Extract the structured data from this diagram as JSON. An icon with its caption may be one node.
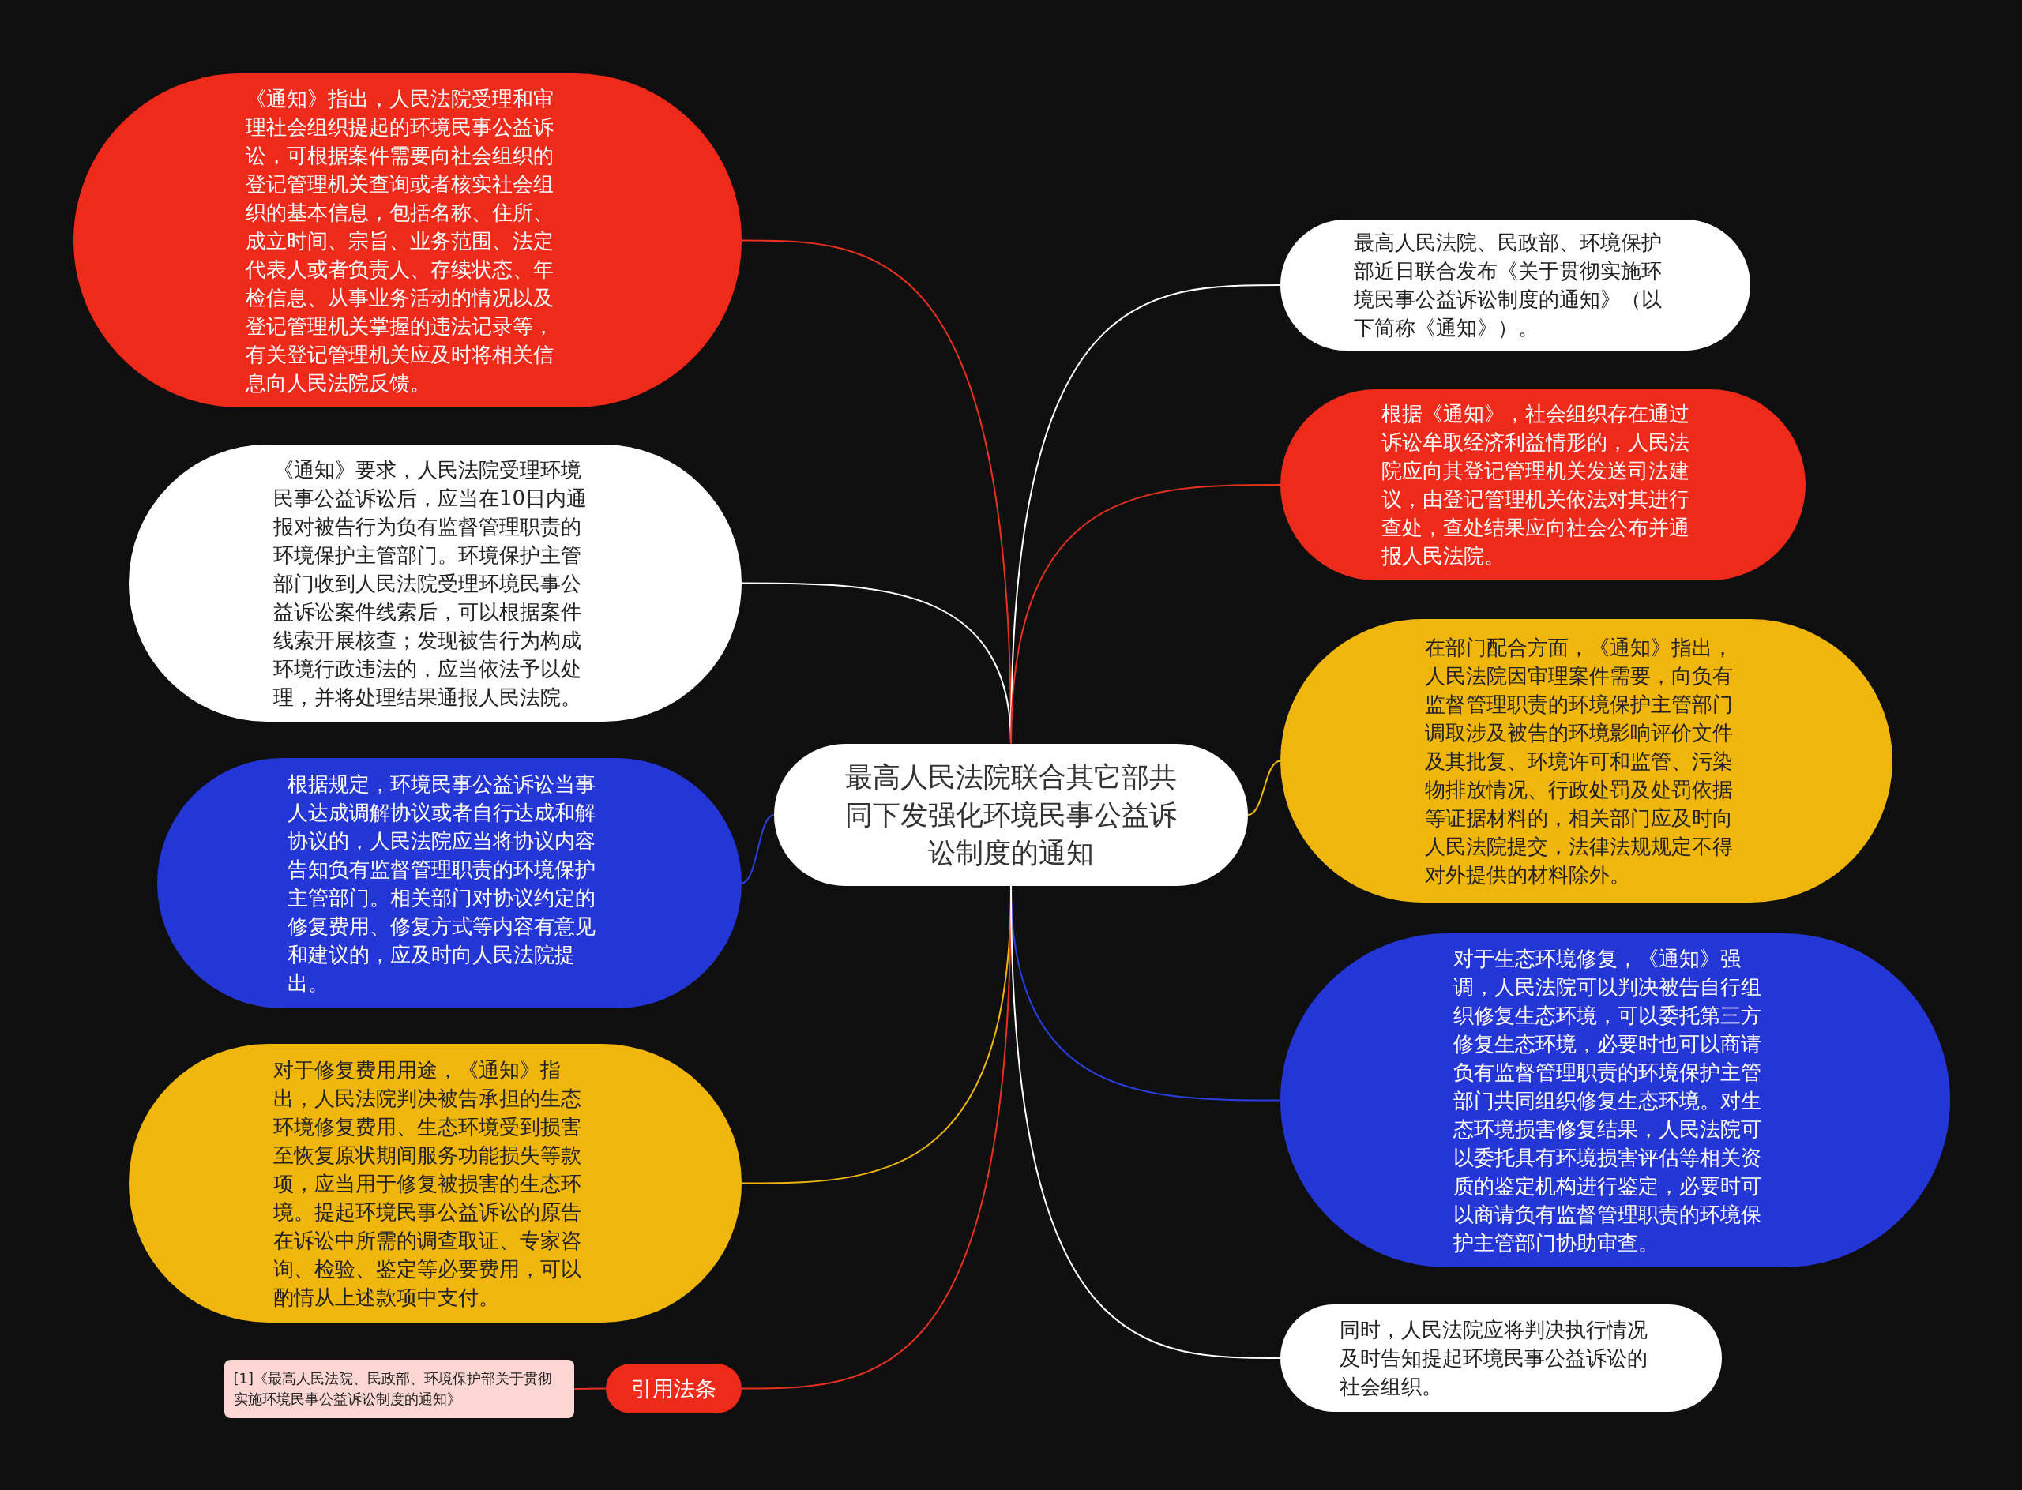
{
  "diagram": {
    "nodes": [
      {
        "text": [
          "最高人民法院联合其它部共同下发强化环境民事公益诉讼制度的通知"
        ]
      },
      {
        "text": [
          "《通知》指出，人民法院受理和审理社会组织提起的环境民事公益诉讼，可根据案件需要向社会组织的登记管理机关查询或者核实社会组织的基本信息，包括名称、住所、成立时间、宗旨、业务范围、法定代表人或者负责人、存续状态、年检信息、从事业务活动的情况以及登记管理机关掌握的违法记录等，有关登记管理机关应及时将相关信息向人民法院反馈。"
        ]
      },
      {
        "text": [
          "《通知》要求，人民法院受理环境民事公益诉讼后，应当在10日内通报对被告行为负有监督管理职责的环境保护主管部门。环境保护主管部门收到人民法院受理环境民事公益诉讼案件线索后，可以根据案件线索开展核查；发现被告行为构成环境行政违法的，应当依法予以处理，并将处理结果通报人民法院。"
        ]
      },
      {
        "text": [
          "根据规定，环境民事公益诉讼当事人达成调解协议或者自行达成和解协议的，人民法院应当将协议内容告知负有监督管理职责的环境保护主管部门。相关部门对协议约定的修复费用、修复方式等内容有意见和建议的，应及时向人民法院提出。"
        ]
      },
      {
        "text": [
          "对于修复费用用途，《通知》指出，人民法院判决被告承担的生态环境修复费用、生态环境受到损害至恢复原状期间服务功能损失等款项，应当用于修复被损害的生态环境。提起环境民事公益诉讼的原告在诉讼中所需的调查取证、专家咨询、检验、鉴定等必要费用，可以酌情从上述款项中支付。"
        ]
      },
      {
        "text": [
          "引用法条"
        ]
      },
      {
        "text": [
          "[1]《最高人民法院、民政部、环境保护部关于贯彻实施环境民事公益诉讼制度的通知》"
        ]
      },
      {
        "text": [
          "最高人民法院、民政部、环境保护部近日联合发布《关于贯彻实施环境民事公益诉讼制度的通知》（以下简称《通知》）。"
        ]
      },
      {
        "text": [
          "根据《通知》，社会组织存在通过诉讼牟取经济利益情形的，人民法院应向其登记管理机关发送司法建议，由登记管理机关依法对其进行查处，查处结果应向社会公布并通报人民法院。"
        ]
      },
      {
        "text": [
          "在部门配合方面，《通知》指出，人民法院因审理案件需要，向负有监督管理职责的环境保护主管部门调取涉及被告的环境影响评价文件及其批复、环境许可和监管、污染物排放情况、行政处罚及处罚依据等证据材料的，相关部门应及时向人民法院提交，法律法规规定不得对外提供的材料除外。"
        ]
      },
      {
        "text": [
          "对于生态环境修复，《通知》强调，人民法院可以判决被告自行组织修复生态环境，可以委托第三方修复生态环境，必要时也可以商请负有监督管理职责的环境保护主管部门共同组织修复生态环境。对生态环境损害修复结果，人民法院可以委托具有环境损害评估等相关资质的鉴定机构进行鉴定，必要时可以商请负有监督管理职责的环境保护主管部门协助审查。"
        ]
      },
      {
        "text": [
          "同时，人民法院应将判决执行情况及时告知提起环境民事公益诉讼的社会组织。"
        ]
      }
    ],
    "edges": [
      {
        "from": 0,
        "to": 1,
        "arrow": "none",
        "color": "#e8321e"
      },
      {
        "from": 0,
        "to": 2,
        "arrow": "none",
        "color": "#ffffff"
      },
      {
        "from": 0,
        "to": 3,
        "arrow": "none",
        "color": "#2a3fe0"
      },
      {
        "from": 0,
        "to": 4,
        "arrow": "none",
        "color": "#f0b60c"
      },
      {
        "from": 0,
        "to": 5,
        "arrow": "none",
        "color": "#e8321e"
      },
      {
        "from": 5,
        "to": 6,
        "arrow": "none",
        "color": "#e8321e"
      },
      {
        "from": 0,
        "to": 7,
        "arrow": "none",
        "color": "#ffffff"
      },
      {
        "from": 0,
        "to": 8,
        "arrow": "none",
        "color": "#e8321e"
      },
      {
        "from": 0,
        "to": 9,
        "arrow": "none",
        "color": "#f0b60c"
      },
      {
        "from": 0,
        "to": 10,
        "arrow": "none",
        "color": "#2a3fe0"
      },
      {
        "from": 0,
        "to": 11,
        "arrow": "none",
        "color": "#ffffff"
      }
    ]
  }
}
